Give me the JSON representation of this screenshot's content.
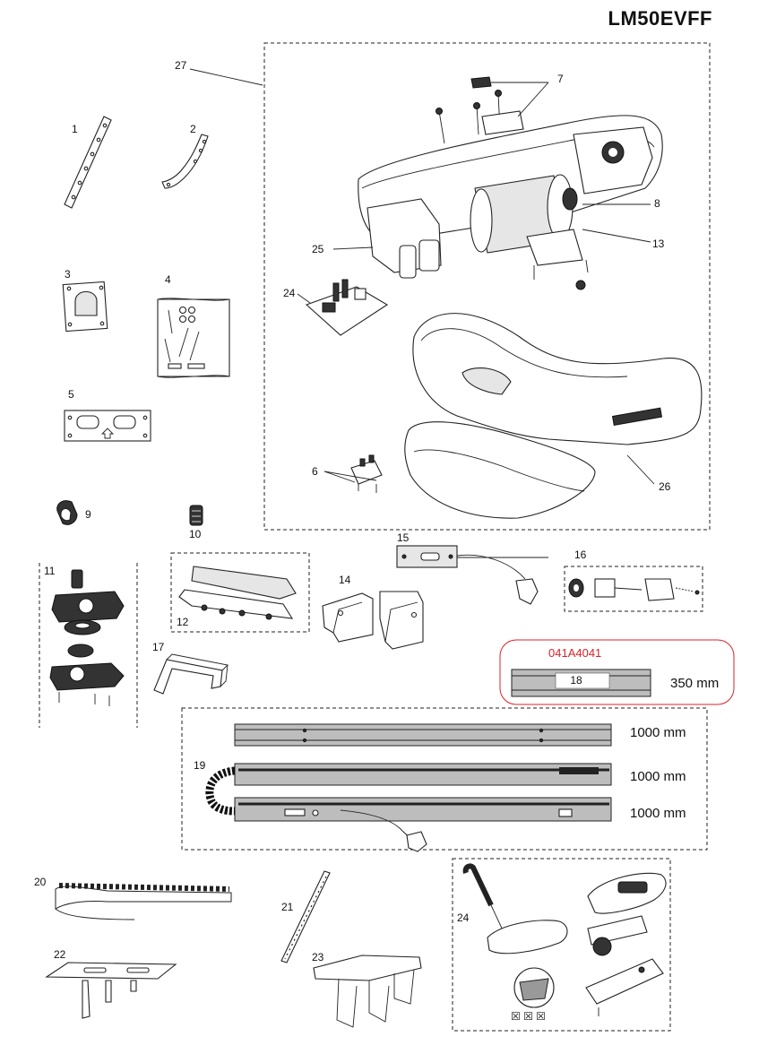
{
  "header": {
    "model": "LM50EVFF"
  },
  "labels": {
    "p1": "1",
    "p2": "2",
    "p3": "3",
    "p4": "4",
    "p5": "5",
    "p6": "6",
    "p7": "7",
    "p8": "8",
    "p9": "9",
    "p10": "10",
    "p11": "11",
    "p12": "12",
    "p13": "13",
    "p14": "14",
    "p15": "15",
    "p16": "16",
    "p17": "17",
    "p18": "18",
    "p19": "19",
    "p20": "20",
    "p21": "21",
    "p22": "22",
    "p23": "23",
    "p24a": "24",
    "p24b": "24",
    "p25": "25",
    "p26": "26",
    "p27": "27"
  },
  "callout": {
    "code": "041A4041",
    "length": "350 mm"
  },
  "rails": {
    "top": "1000 mm",
    "middle": "1000 mm",
    "bottom": "1000 mm"
  },
  "colors": {
    "callout_border": "#d8232a",
    "callout_text": "#d8232a",
    "rail_grey": "#bdbdbd"
  }
}
